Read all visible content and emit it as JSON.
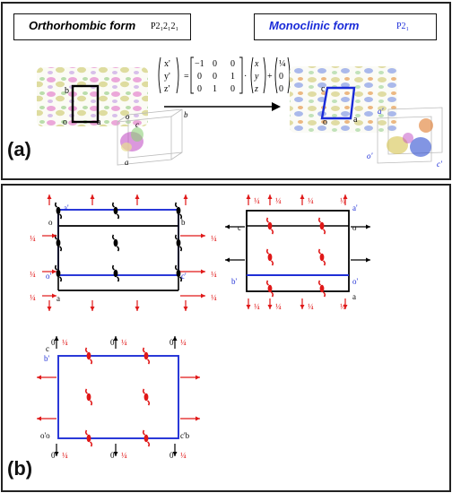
{
  "panel_a": {
    "label": "(a)",
    "ortho": {
      "name": "Orthorhombic form",
      "space_group": "P2₁2₁2₁",
      "axes": [
        "b",
        "o",
        "a"
      ],
      "mol_axes": [
        "o",
        "c",
        "b",
        "a"
      ]
    },
    "mono": {
      "name": "Monoclinic form",
      "space_group": "P2₁",
      "axes": [
        "c",
        "o",
        "a"
      ],
      "mol_axes": [
        "a'",
        "o'",
        "c'"
      ]
    },
    "matrix": {
      "lhs": [
        "x'",
        "y'",
        "z'"
      ],
      "m": [
        [
          "−1",
          "0",
          "0"
        ],
        [
          "0",
          "0",
          "1"
        ],
        [
          "0",
          "1",
          "0"
        ]
      ],
      "rhs": [
        "x",
        "y",
        "z"
      ],
      "t": [
        "¼",
        "0",
        "0"
      ]
    },
    "colors": {
      "ortho_header": "#000000",
      "mono_header": "#1a2bd8"
    }
  },
  "panel_b": {
    "label": "(b)",
    "quarter": "¼",
    "diag1": {
      "labels": {
        "a_prime": "a'",
        "o": "o",
        "b": "b",
        "o_prime": "o'",
        "c_prime": "c'",
        "a": "a"
      }
    },
    "diag2": {
      "labels": {
        "a_prime": "a'",
        "c": "c",
        "o": "o",
        "b_prime": "b'",
        "o_prime": "o'",
        "a": "a"
      }
    },
    "diag3": {
      "labels": {
        "c": "c",
        "b_prime": "b'",
        "zero": "0",
        "oo": "o'o",
        "cb": "c'b"
      }
    },
    "colors": {
      "blue": "#1f2fd6",
      "red": "#e01818",
      "black": "#000000"
    }
  }
}
